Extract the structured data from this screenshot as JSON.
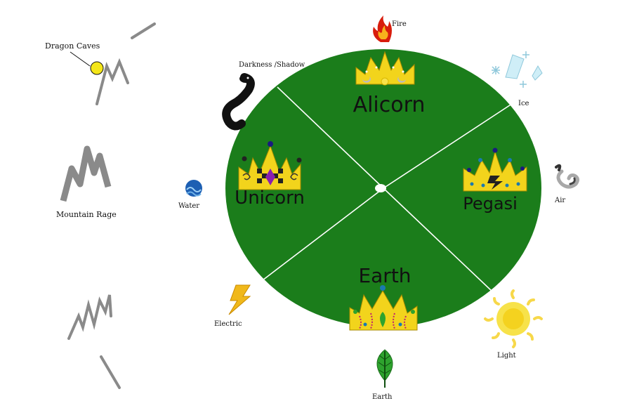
{
  "sections": {
    "alicorn": "Alicorn",
    "unicorn": "Unicorn",
    "pegasi": "Pegasi",
    "earth": "Earth"
  },
  "elements": {
    "fire": "Fire",
    "darkness": "Darkness /Shadow",
    "ice": "Ice",
    "water": "Water",
    "air": "Air",
    "electric": "Electric",
    "light": "Light",
    "earth": "Earth"
  },
  "places": {
    "dragon_caves": "Dragon Caves",
    "mountain_range": "Mountain Rage"
  },
  "colors": {
    "wheel": "#1b7d1b",
    "crown": "#f2d41c",
    "fire": "#d81c0c",
    "water": "#1d5fb3",
    "electric": "#f0b81a",
    "leaf": "#2ea32e",
    "sun": "#f7e24a",
    "ice": "#bfe6f2",
    "mountain": "#8a8a8a"
  }
}
